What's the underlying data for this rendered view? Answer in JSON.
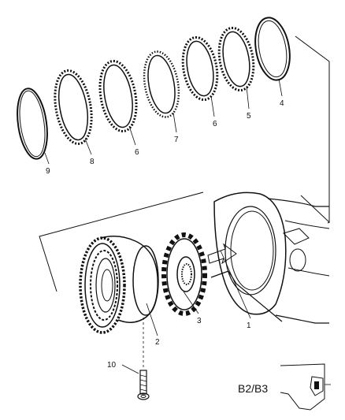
{
  "diagram": {
    "variant_code": "B2/B3",
    "callouts": {
      "c1": "1",
      "c2": "2",
      "c3": "3",
      "c4": "4",
      "c5": "5",
      "c6a": "6",
      "c6b": "6",
      "c7": "7",
      "c8": "8",
      "c9": "9",
      "c10": "10"
    }
  }
}
